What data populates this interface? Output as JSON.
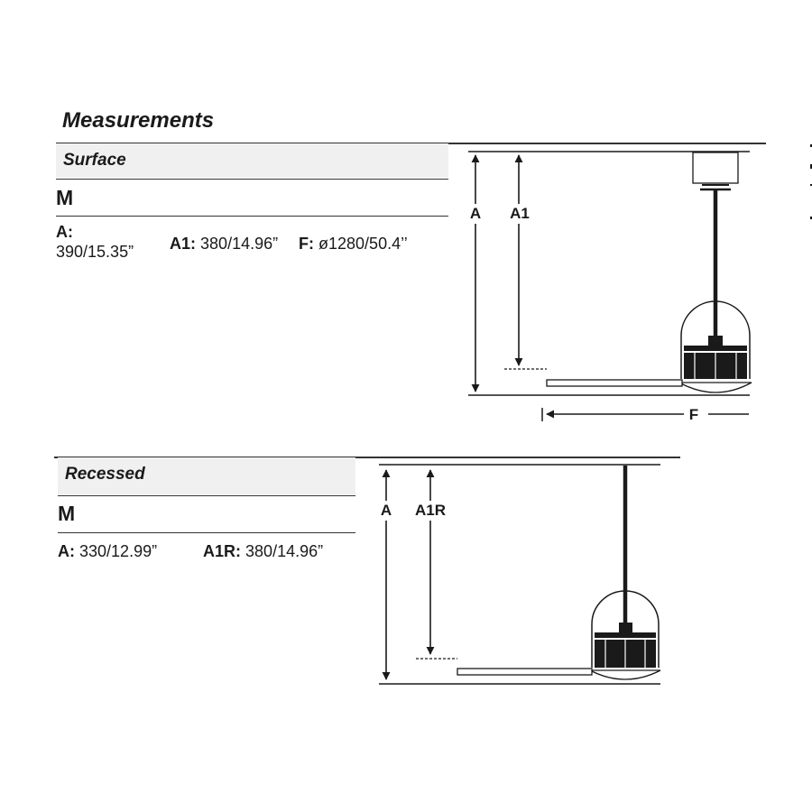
{
  "title": "Measurements",
  "surface": {
    "label": "Surface",
    "model": "M",
    "specs": {
      "a_key": "A:",
      "a_value": "390/15.35”",
      "a1_key": "A1:",
      "a1_value": "380/14.96”",
      "f_key": "F:",
      "f_value": "ø1280/50.4’’"
    },
    "diagram": {
      "label_a": "A",
      "label_a1": "A1",
      "label_f": "F"
    }
  },
  "recessed": {
    "label": "Recessed",
    "model": "M",
    "specs": {
      "a_key": "A:",
      "a_value": "330/12.99”",
      "a1r_key": "A1R:",
      "a1r_value": "380/14.96”"
    },
    "diagram": {
      "label_a": "A",
      "label_a1r": "A1R"
    }
  }
}
